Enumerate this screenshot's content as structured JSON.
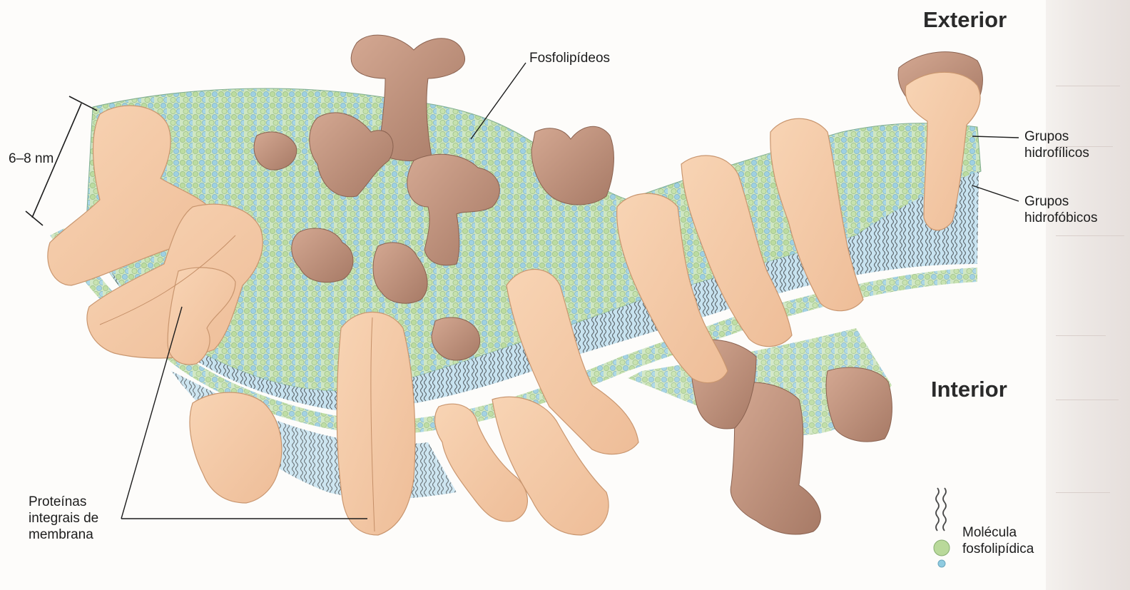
{
  "labels": {
    "exterior": "Exterior",
    "interior": "Interior",
    "fosfolipideos": "Fosfolipídeos",
    "thickness": "6–8 nm",
    "grupos_hidrofilicos_line1": "Grupos",
    "grupos_hidrofilicos_line2": "hidrofílicos",
    "grupos_hidrofobicos_line1": "Grupos",
    "grupos_hidrofobicos_line2": "hidrofóbicos",
    "proteinas_line1": "Proteínas",
    "proteinas_line2": "integrais de",
    "proteinas_line3": "membrana",
    "legend_line1": "Molécula",
    "legend_line2": "fosfolipídica"
  },
  "colors": {
    "protein_light": "#f3c9a6",
    "protein_dark": "#b98a74",
    "membrane_core": "#bfe0ec",
    "head_green": "#b9d99a",
    "head_blue": "#8fcbe0",
    "tail": "#4a4a4a"
  }
}
